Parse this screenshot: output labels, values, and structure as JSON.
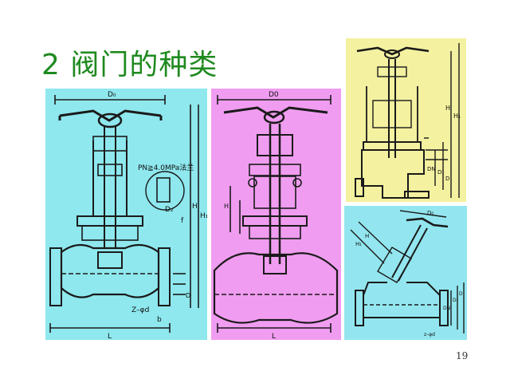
{
  "slide": {
    "title": "2  阀门的种类",
    "page_number": "19"
  },
  "panel1": {
    "dim_top": "D₀",
    "pressure_note": "PN≧4.0MPa法兰",
    "dim_h": "H",
    "dim_h1": "H₁",
    "dim_d2": "D₂",
    "dim_f": "f",
    "dim_bolt": "Z–φd",
    "dim_b": "b",
    "dim_l": "L",
    "dim_d": "D"
  },
  "panel2": {
    "dim_top": "D0",
    "dim_l": "L",
    "dim_h": "H"
  },
  "panel3": {
    "dim_h": "H",
    "dim_h1": "H₁",
    "dim_d": "D",
    "dim_d1": "D₁",
    "dim_dn": "DN"
  },
  "panel4": {
    "dim_top": "D₀",
    "dim_h": "H",
    "dim_h1": "H₁",
    "dim_dn": "DN",
    "dim_d1": "D₁",
    "dim_d": "D",
    "dim_bolt": "z–φd"
  },
  "colors": {
    "title": "#1f8a1f",
    "panel1_bg": "#8ee8ee",
    "panel2_bg": "#f09cf0",
    "panel3_bg": "#f4f1a0",
    "panel4_bg": "#93e6ef"
  }
}
